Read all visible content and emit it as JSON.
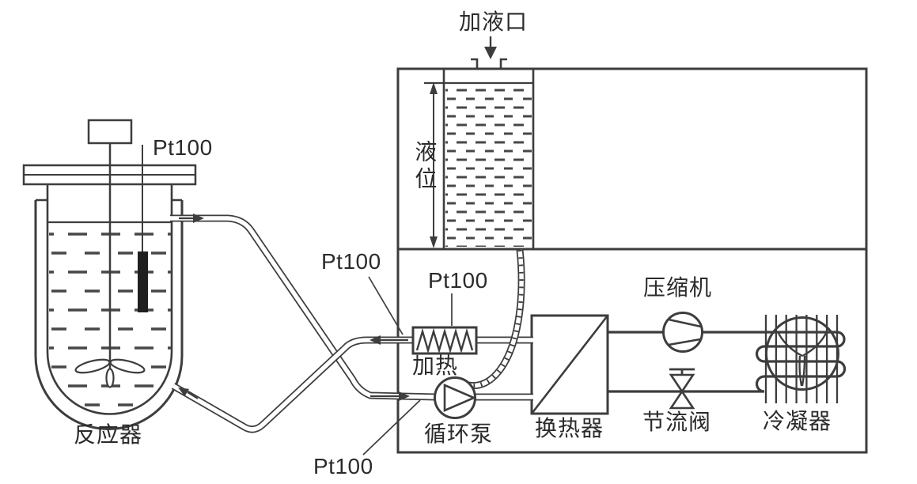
{
  "colors": {
    "line": "#3d3d3d",
    "text": "#2b2b2b",
    "background": "#ffffff",
    "sensor_fill": "#1f1f1f"
  },
  "labels": {
    "reactor": "反应器",
    "pt100": "Pt100",
    "fill_port": "加液口",
    "liquid_level": "液位",
    "heater": "加热",
    "circulation_pump": "循环泵",
    "heat_exchanger": "换热器",
    "compressor": "压缩机",
    "throttle_valve": "节流阀",
    "condenser": "冷凝器"
  }
}
